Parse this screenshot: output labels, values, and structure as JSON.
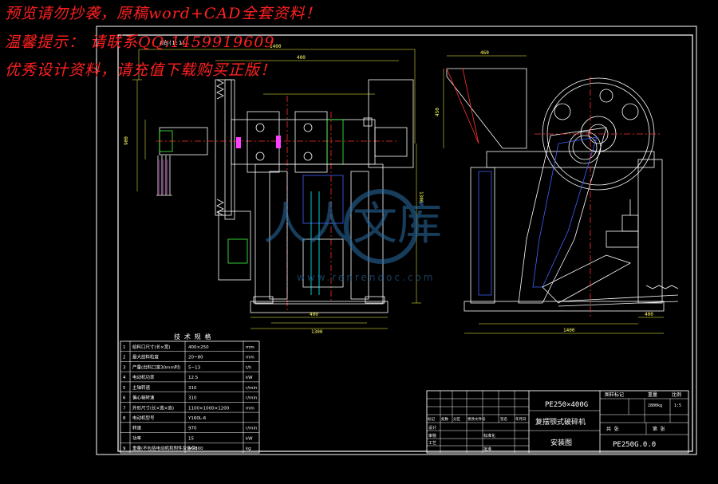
{
  "watermark": {
    "line1": "预览请勿抄袭，原稿word+CAD全套资料！",
    "line2": "温馨提示：  请联系QQ:1459919609",
    "line3": "优秀设计资料，请充值下载购买正版！",
    "logo_text": "人人文库",
    "logo_url": "www.renrendoc.com"
  },
  "colors": {
    "background": "#000000",
    "frame": "#ffffff",
    "outline": "#ffffff",
    "hatch": "#4060ff",
    "centerline": "#ff3030",
    "dimension": "#ffff44",
    "accent": "#00ffff",
    "magenta": "#ff40ff",
    "green": "#40ff40",
    "watermark": "#ff2020"
  },
  "drawing": {
    "front_view_label": "A向(1:1)",
    "dims": [
      "1400",
      "400",
      "900",
      "400",
      "1300",
      "1300",
      "460",
      "450",
      "1400",
      "400"
    ]
  },
  "tech_table": {
    "title": "技 术 规 格",
    "rows": [
      {
        "no": "1",
        "name": "给料口尺寸(长×宽)",
        "value": "400×250",
        "unit": "mm"
      },
      {
        "no": "2",
        "name": "最大给料粒度",
        "value": "20~80",
        "unit": "mm"
      },
      {
        "no": "3",
        "name": "产量(出料口宽30mm时)",
        "value": "5~13",
        "unit": "t/h"
      },
      {
        "no": "4",
        "name": "电动机功率",
        "value": "12.5",
        "unit": "kW"
      },
      {
        "no": "5",
        "name": "主轴转速",
        "value": "310",
        "unit": "r/min"
      },
      {
        "no": "6",
        "name": "偏心轴转速",
        "value": "310",
        "unit": "r/min"
      },
      {
        "no": "7",
        "name": "外形尺寸(长×宽×高)",
        "value": "1100×1000×1200",
        "unit": "mm"
      },
      {
        "no": "8",
        "name": "电动机型号",
        "value": "Y160L-6",
        "unit": ""
      },
      {
        "no": "",
        "name": "转速",
        "value": "970",
        "unit": "r/min"
      },
      {
        "no": "",
        "name": "功率",
        "value": "15",
        "unit": "kW"
      },
      {
        "no": "9",
        "name": "重量(不包括电动机和附件及备件)",
        "value": "≈2800",
        "unit": "kg"
      }
    ]
  },
  "title_block": {
    "machine": "PE250×400G",
    "machine_name": "复摆颚式破碎机",
    "sheet_name": "安装图",
    "drawing_no": "PE250G.0.0",
    "stage_label": "图样标记",
    "weight_label": "重量",
    "scale_label": "比例",
    "weight_val": "2800kg",
    "scale_val": "1:5",
    "sheets_total": "共  张",
    "sheet_no": "第  张",
    "rev_headers": [
      "标记",
      "处数",
      "分区",
      "更改文件号",
      "签名",
      "年月日"
    ],
    "roles": [
      "设计",
      "审核",
      "工艺",
      "标准化",
      "批准"
    ]
  }
}
